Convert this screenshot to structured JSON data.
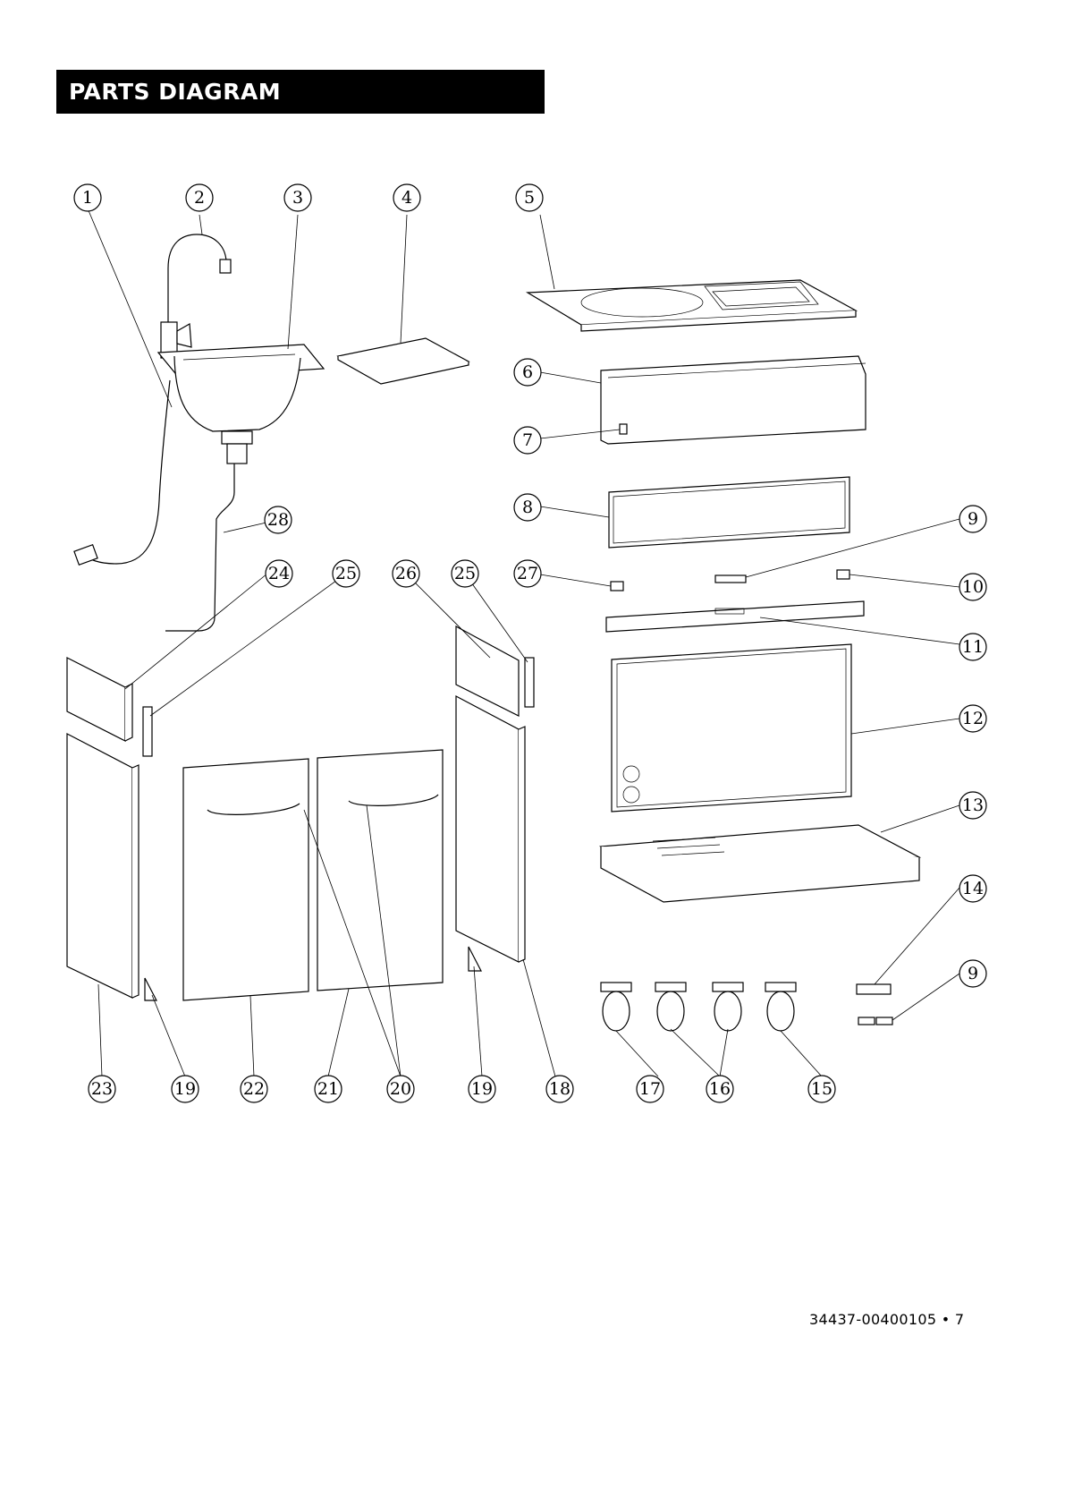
{
  "header": {
    "title": "PARTS DIAGRAM",
    "bg_color": "#000000",
    "text_color": "#ffffff"
  },
  "callouts": [
    "1",
    "2",
    "3",
    "4",
    "5",
    "6",
    "7",
    "8",
    "9",
    "10",
    "11",
    "12",
    "13",
    "14",
    "9",
    "15",
    "16",
    "17",
    "18",
    "19",
    "20",
    "21",
    "22",
    "19",
    "23",
    "24",
    "25",
    "26",
    "25",
    "27",
    "28"
  ],
  "footer": {
    "code": "34437-00400105 • 7"
  }
}
